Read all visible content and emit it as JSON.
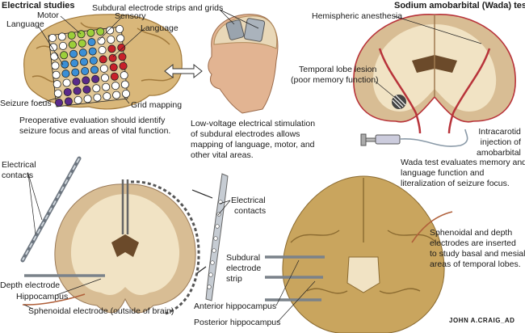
{
  "left_panel": {
    "title": "Electrical studies",
    "labels": {
      "motor": "Motor",
      "language_left": "Language",
      "sensory": "Sensory",
      "language_right": "Language",
      "strips_grids": "Subdural electrode  strips and grids",
      "seizure_focus": "Seizure focus",
      "grid_mapping": "Grid mapping"
    },
    "caption": [
      "Preoperative evaluation should identify",
      "seizure focus and areas of vital function."
    ],
    "head_caption": [
      "Low-voltage electrical stimulation",
      "of subdural electrodes allows",
      "mapping of  language, motor, and",
      "other vital areas."
    ]
  },
  "wada_panel": {
    "title": "Sodium amobarbital (Wada) test",
    "labels": {
      "hemispheric": "Hemispheric anesthesia",
      "lesion_1": "Temporal lobe lesion",
      "lesion_2": "(poor memory function)",
      "injection": [
        "Intracarotid",
        "injection of",
        "amobarbital"
      ]
    },
    "caption": [
      "Wada test evaluates memory and",
      "language  function and",
      "literalization of seizure focus."
    ]
  },
  "bottom_panel": {
    "contacts_left": [
      "Electrical",
      "contacts"
    ],
    "contacts_right": [
      "Electrical",
      "contacts"
    ],
    "strip": [
      "Subdural",
      "electrode",
      "strip"
    ],
    "depth_electrode": "Depth electrode",
    "hippocampus": "Hippocampus",
    "sphenoidal": "Sphenoidal electrode  (outside of brain)",
    "anterior_hippocampus": "Anterior hippocampus",
    "posterior_hippocampus": "Posterior hippocampus",
    "inferior_caption": [
      "Sphenoidal and depth",
      "electrodes are inserted",
      "to study basal and mesial",
      "areas of temporal lobes."
    ]
  },
  "signature": "JOHN A.CRAIG_AD",
  "colors": {
    "brain": "#d9b77a",
    "brain_dark": "#a27a3c",
    "section": "#f1e3c4",
    "gray_matter": "#d8bd94",
    "vessel": "#b8333a",
    "motor": "#9ccf3a",
    "sensory_language": "#3b8fd6",
    "language": "#c8202a",
    "seizure": "#5a2a8a"
  }
}
